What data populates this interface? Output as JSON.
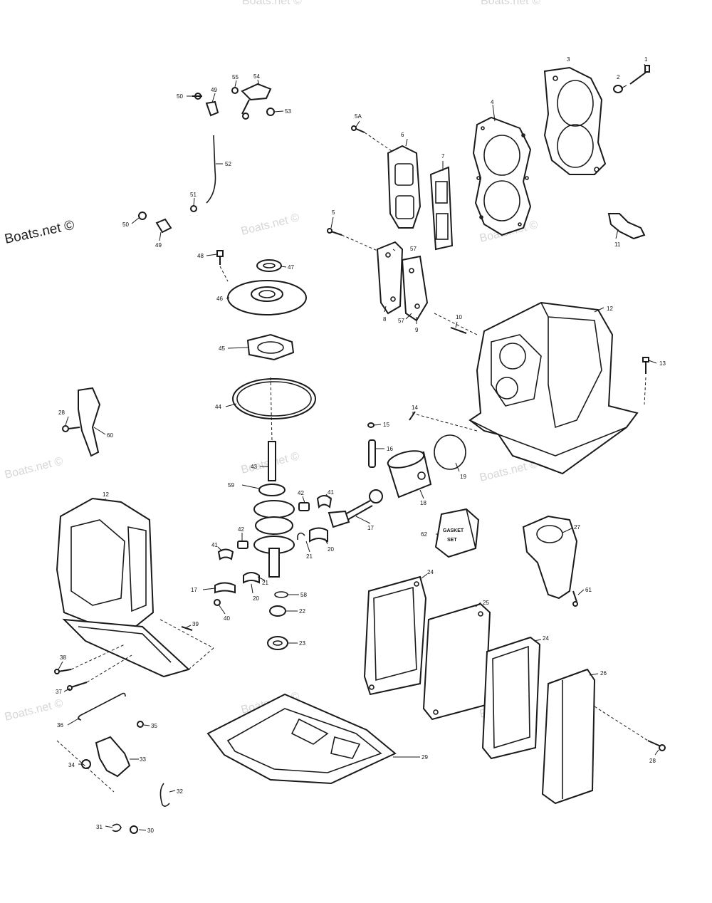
{
  "watermark": {
    "main": "Boats.net ©",
    "faint": "Boats.net ©"
  },
  "kit_box": {
    "line1": "GASKET",
    "line2": "SET"
  },
  "callouts": [
    {
      "id": "c1",
      "label": "1"
    },
    {
      "id": "c2",
      "label": "2"
    },
    {
      "id": "c3",
      "label": "3"
    },
    {
      "id": "c4",
      "label": "4"
    },
    {
      "id": "c5",
      "label": "5"
    },
    {
      "id": "c5a",
      "label": "5A"
    },
    {
      "id": "c6",
      "label": "6"
    },
    {
      "id": "c7",
      "label": "7"
    },
    {
      "id": "c8",
      "label": "8"
    },
    {
      "id": "c9",
      "label": "9"
    },
    {
      "id": "c10",
      "label": "10"
    },
    {
      "id": "c11",
      "label": "11"
    },
    {
      "id": "c12a",
      "label": "12"
    },
    {
      "id": "c12b",
      "label": "12"
    },
    {
      "id": "c13",
      "label": "13"
    },
    {
      "id": "c14",
      "label": "14"
    },
    {
      "id": "c15",
      "label": "15"
    },
    {
      "id": "c16",
      "label": "16"
    },
    {
      "id": "c17a",
      "label": "17"
    },
    {
      "id": "c17b",
      "label": "17"
    },
    {
      "id": "c18",
      "label": "18"
    },
    {
      "id": "c19",
      "label": "19"
    },
    {
      "id": "c20a",
      "label": "20"
    },
    {
      "id": "c20b",
      "label": "20"
    },
    {
      "id": "c21a",
      "label": "21"
    },
    {
      "id": "c21b",
      "label": "21"
    },
    {
      "id": "c22",
      "label": "22"
    },
    {
      "id": "c23",
      "label": "23"
    },
    {
      "id": "c24a",
      "label": "24"
    },
    {
      "id": "c24b",
      "label": "24"
    },
    {
      "id": "c25",
      "label": "25"
    },
    {
      "id": "c26",
      "label": "26"
    },
    {
      "id": "c27",
      "label": "27"
    },
    {
      "id": "c28a",
      "label": "28"
    },
    {
      "id": "c28b",
      "label": "28"
    },
    {
      "id": "c29",
      "label": "29"
    },
    {
      "id": "c30",
      "label": "30"
    },
    {
      "id": "c31",
      "label": "31"
    },
    {
      "id": "c32",
      "label": "32"
    },
    {
      "id": "c33",
      "label": "33"
    },
    {
      "id": "c34",
      "label": "34"
    },
    {
      "id": "c35",
      "label": "35"
    },
    {
      "id": "c36",
      "label": "36"
    },
    {
      "id": "c37",
      "label": "37"
    },
    {
      "id": "c38",
      "label": "38"
    },
    {
      "id": "c39",
      "label": "39"
    },
    {
      "id": "c40",
      "label": "40"
    },
    {
      "id": "c41a",
      "label": "41"
    },
    {
      "id": "c41b",
      "label": "41"
    },
    {
      "id": "c42a",
      "label": "42"
    },
    {
      "id": "c42b",
      "label": "42"
    },
    {
      "id": "c43",
      "label": "43"
    },
    {
      "id": "c44",
      "label": "44"
    },
    {
      "id": "c45",
      "label": "45"
    },
    {
      "id": "c46",
      "label": "46"
    },
    {
      "id": "c47",
      "label": "47"
    },
    {
      "id": "c48",
      "label": "48"
    },
    {
      "id": "c49a",
      "label": "49"
    },
    {
      "id": "c49b",
      "label": "49"
    },
    {
      "id": "c50a",
      "label": "50"
    },
    {
      "id": "c50b",
      "label": "50"
    },
    {
      "id": "c51",
      "label": "51"
    },
    {
      "id": "c52",
      "label": "52"
    },
    {
      "id": "c53",
      "label": "53"
    },
    {
      "id": "c54",
      "label": "54"
    },
    {
      "id": "c55",
      "label": "55"
    },
    {
      "id": "c57a",
      "label": "57"
    },
    {
      "id": "c57b",
      "label": "57"
    },
    {
      "id": "c58",
      "label": "58"
    },
    {
      "id": "c59",
      "label": "59"
    },
    {
      "id": "c60",
      "label": "60"
    },
    {
      "id": "c61",
      "label": "61"
    },
    {
      "id": "c62",
      "label": "62"
    }
  ]
}
